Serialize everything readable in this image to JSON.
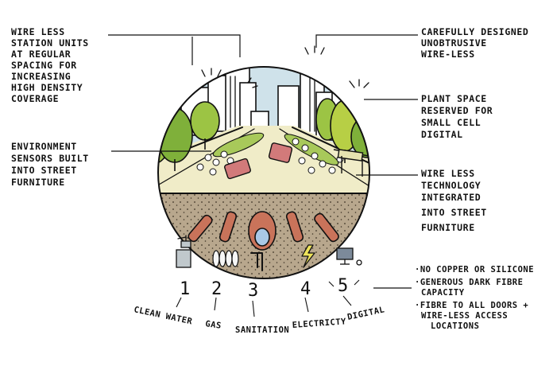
{
  "annotations": {
    "left_top": [
      "WIRE LESS",
      "STATION UNITS",
      "AT REGULAR",
      "SPACING FOR",
      "INCREASING",
      "HIGH DENSITY",
      "COVERAGE"
    ],
    "left_mid": [
      "ENVIRONMENT",
      "SENSORS BUILT",
      "INTO STREET",
      "FURNITURE"
    ],
    "right_top": [
      "CAREFULLY DESIGNED",
      "UNOBTRUSIVE",
      "WIRE-LESS"
    ],
    "right_mid": [
      "PLANT SPACE",
      "RESERVED FOR",
      "SMALL CELL",
      "DIGITAL"
    ],
    "right_low": [
      "WIRE LESS",
      "TECHNOLOGY",
      "INTEGRATED",
      "INTO STREET",
      "FURNITURE"
    ],
    "right_bottom": [
      "·NO COPPER OR SILICONE",
      "·GENEROUS DARK FIBRE",
      "CAPACITY",
      "·FIBRE TO ALL DOORS +",
      "WIRE-LESS ACCESS",
      "LOCATIONS"
    ]
  },
  "utilities": [
    {
      "number": "1",
      "label": "CLEAN WATER",
      "color": "#c0c8cc"
    },
    {
      "number": "2",
      "label": "GAS",
      "color": "#d88a6a"
    },
    {
      "number": "3",
      "label": "SANITATION",
      "color": "#a9c8e6"
    },
    {
      "number": "4",
      "label": "ELECTRICTY",
      "color": "#eee35a"
    },
    {
      "number": "5",
      "label": "DIGITAL",
      "color": "#7c8a9a"
    }
  ],
  "colors": {
    "sky": "#cfe2ea",
    "ground_surface": "#f0ecc8",
    "soil": "#b8a78d",
    "tree_green": "#9cc444",
    "tree_dark": "#6e9a2c",
    "pipe": "#c9735a",
    "bus": "#d27a7a",
    "building": "#ffffff"
  }
}
